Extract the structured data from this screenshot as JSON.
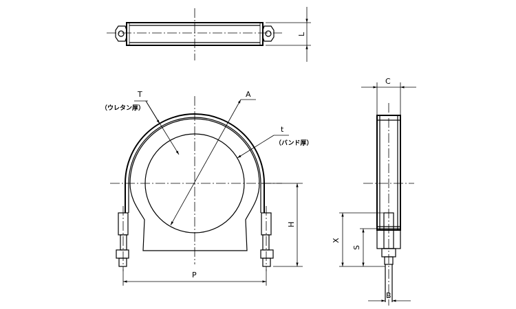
{
  "drawing": {
    "labels": {
      "L": "L",
      "T": "T",
      "T_note": "（ウレタン厚）",
      "A": "A",
      "t": "t",
      "t_note": "（バンド厚）",
      "C": "C",
      "H": "H",
      "P": "P",
      "X": "X",
      "S": "S",
      "B": "B"
    }
  }
}
